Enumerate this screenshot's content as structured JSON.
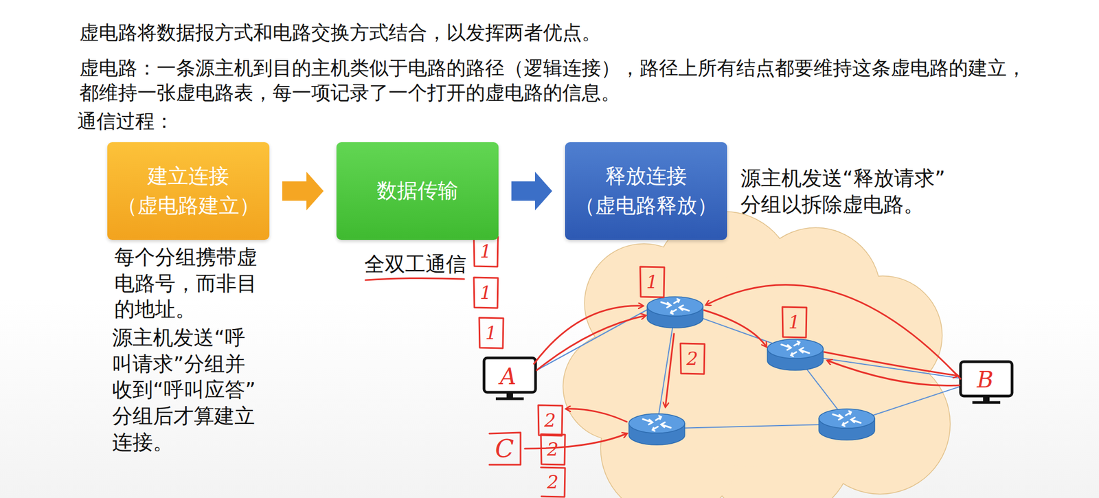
{
  "diagram": {
    "nodes": [
      {
        "text": [
          "建立连接 （虚电路建立）"
        ]
      },
      {
        "text": [
          "数据传输"
        ]
      },
      {
        "text": [
          "释放连接 （虚电路释放）"
        ]
      }
    ],
    "edges": [
      {
        "from": 0,
        "to": 1,
        "arrow": "to"
      },
      {
        "from": 1,
        "to": 2,
        "arrow": "to"
      }
    ],
    "labels": [
      "虚电路将数据报方式和电路交换方式结合，以发挥两者优点。",
      "虚电路：一条源主机到目的主机类似于电路的路径（逻辑连接），路径上所有结点都要维持这条虚电路的建立，都维持一张虚电路表，每一项记录了一个打开的虚电路的信息。",
      "通信过程：",
      "源主机发送“释放请求”分组以拆除虚电路。",
      "每个分组携带虚电路号，而非目的地址。",
      "源主机发送“呼叫请求”分组并收到“呼叫应答”分组后才算建立连接。",
      "全双工通信",
      "A",
      "B",
      "C",
      "1",
      "1",
      "1",
      "1",
      "1",
      "2",
      "2",
      "2",
      "2"
    ]
  }
}
